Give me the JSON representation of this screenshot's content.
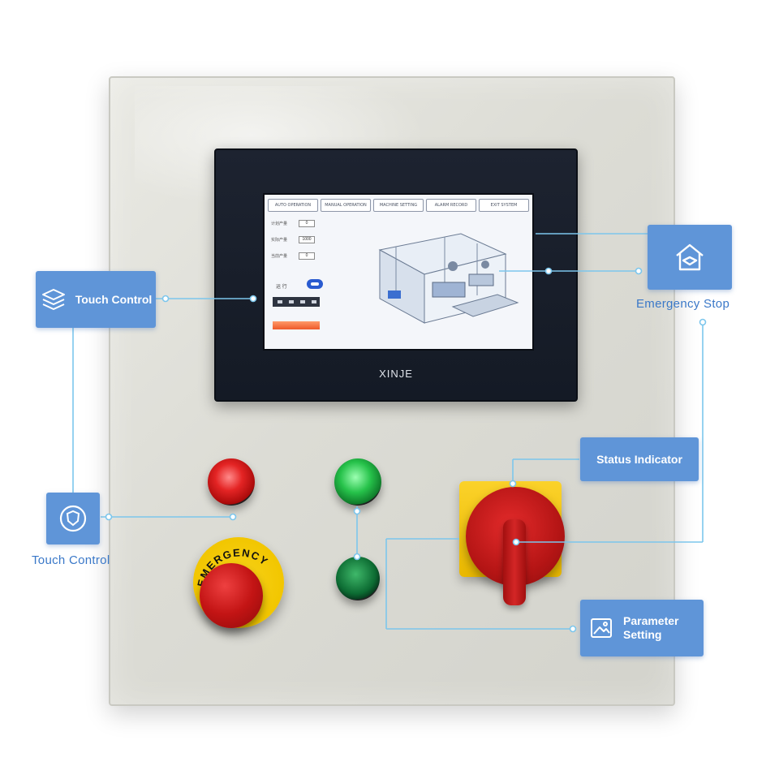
{
  "hmi": {
    "brand": "XINJE",
    "tabs": [
      "AUTO OPERATION",
      "MANUAL OPERATION",
      "MACHINE SETTING",
      "ALARM RECORD",
      "EXIT SYSTEM"
    ],
    "fields": [
      {
        "label": "计划产量",
        "value": "0"
      },
      {
        "label": "实际产量",
        "value": "1000"
      },
      {
        "label": "当前产量",
        "value": "0"
      }
    ],
    "run_label": "运 行"
  },
  "estop_text": "EMERGENCY",
  "callouts": {
    "touch_control_left": {
      "text": "Touch Control",
      "icon": "layers-icon"
    },
    "emergency_stop": {
      "text": "Emergency Stop",
      "icon": "house-shield-icon"
    },
    "touch_control_bottom": {
      "text": "Touch Control",
      "icon": "shield-badge-icon"
    },
    "status_indicator": {
      "text": "Status Indicator"
    },
    "parameter_setting": {
      "text": "Parameter Setting",
      "icon": "image-frame-icon"
    }
  },
  "colors": {
    "callout_bg": "#5f95d8",
    "connector": "#7cc6ec",
    "label_blue": "#3a78c8",
    "cabinet": "#dcdcd5"
  }
}
